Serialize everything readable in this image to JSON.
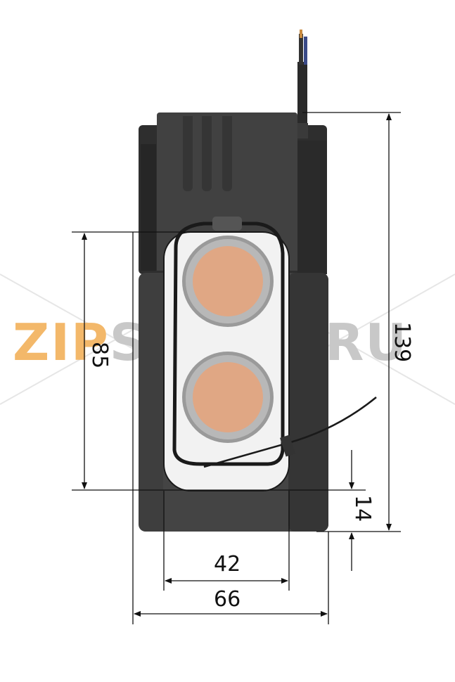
{
  "watermark": {
    "prefix": "ZIP",
    "suffix": "STORE.RU",
    "prefix_color": "#f3b86a",
    "suffix_color": "#c8c8c8"
  },
  "dimensions": {
    "total_height": "139",
    "window_height": "85",
    "bottom_offset": "14",
    "window_width": "42",
    "total_width": "66"
  },
  "colors": {
    "housing": "#3c3c3c",
    "housing_dark": "#2a2a2a",
    "window": "#f2f2f2",
    "conductor": "#e0a784",
    "insulation": "#b8b8b8",
    "dimension_line": "#111111"
  },
  "icons": {
    "cable": "cable-icon",
    "conductor": "conductor-icon"
  }
}
